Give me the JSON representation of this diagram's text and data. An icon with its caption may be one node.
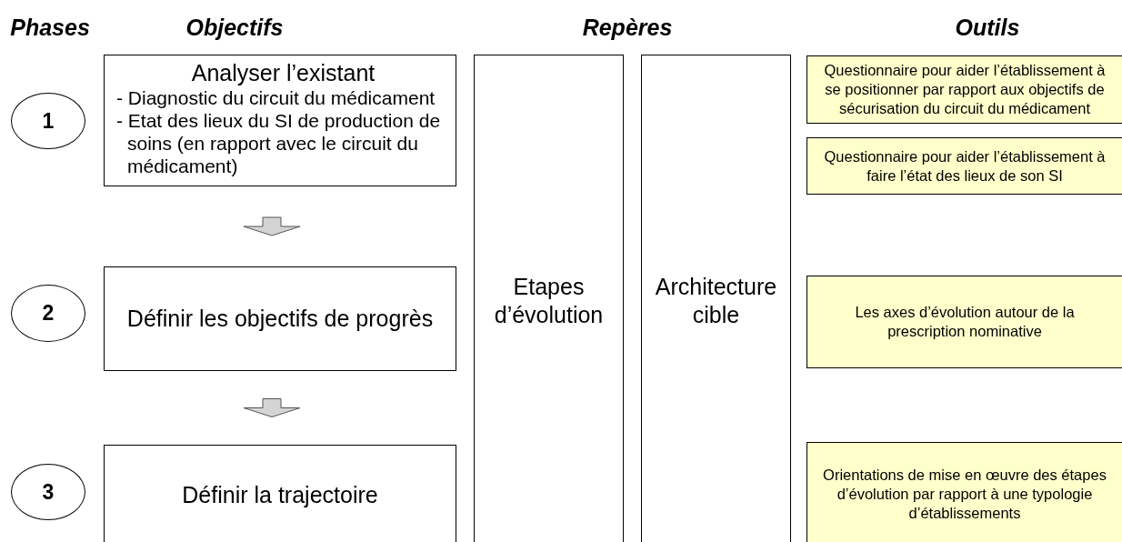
{
  "diagram": {
    "nodes": [
      {
        "text": [
          "1"
        ]
      },
      {
        "text": [
          "Analyser l’existant",
          "- Diagnostic du circuit du médicament",
          "- Etat des lieux du SI de production de soins (en rapport avec le circuit du médicament)"
        ]
      },
      {
        "text": [
          "2"
        ]
      },
      {
        "text": [
          "Définir les objectifs de progrès"
        ]
      },
      {
        "text": [
          "3"
        ]
      },
      {
        "text": [
          "Définir la trajectoire"
        ]
      },
      {
        "text": [
          "Etapes d’évolution"
        ]
      },
      {
        "text": [
          "Architecture cible"
        ]
      },
      {
        "text": [
          "Questionnaire pour aider l’établissement à se positionner par rapport aux objectifs de sécurisation du circuit du médicament"
        ]
      },
      {
        "text": [
          "Questionnaire pour aider l’établissement à faire l’état des lieux de son SI"
        ]
      },
      {
        "text": [
          "Les axes d’évolution autour de la prescription nominative"
        ]
      },
      {
        "text": [
          "Orientations de mise en œuvre des étapes d’évolution par rapport à une typologie d’établissements"
        ]
      }
    ],
    "edges": [
      {
        "from": 1,
        "to": 3,
        "arrow": "to",
        "style": "thick"
      },
      {
        "from": 3,
        "to": 5,
        "arrow": "to",
        "style": "thick"
      }
    ],
    "labels": [
      "Phases",
      "Objectifs",
      "Repères",
      "Outils"
    ]
  }
}
